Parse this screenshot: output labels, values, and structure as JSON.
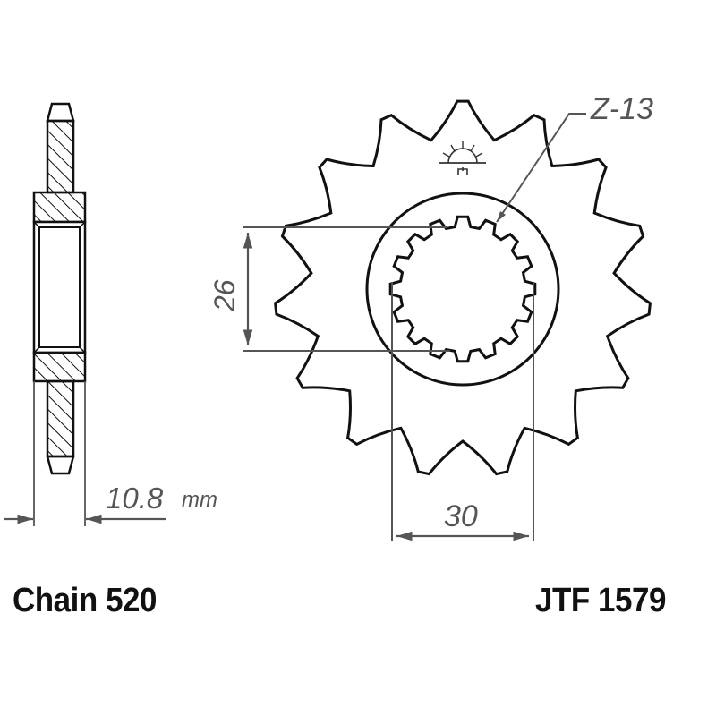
{
  "diagram": {
    "type": "front sprocket technical drawing",
    "tooth_label": "Z-13",
    "dimensions": {
      "spline_height": "26",
      "spline_width": "30",
      "thickness_value": "10.8",
      "thickness_unit": "mm"
    },
    "footer": {
      "chain": "Chain 520",
      "part_number": "JTF 1579"
    },
    "colors": {
      "outline": "#111111",
      "dimension": "#555555",
      "background": "#ffffff"
    }
  }
}
